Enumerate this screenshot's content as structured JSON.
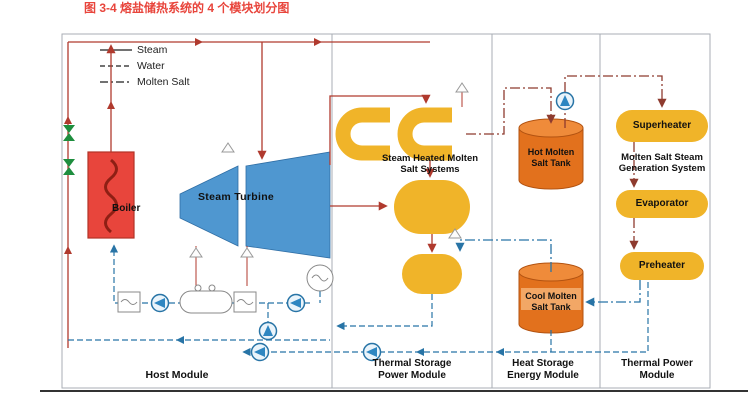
{
  "caption": "图 3-4 熔盐储热系统的 4 个模块划分图",
  "legend": {
    "steam": "Steam",
    "water": "Water",
    "molten_salt": "Molten Salt"
  },
  "labels": {
    "boiler": "Boiler",
    "steam_turbine": "Steam Turbine",
    "shms1": "Steam Heated Molten",
    "shms2": "Salt Systems",
    "hot_tank1": "Hot Molten",
    "hot_tank2": "Salt Tank",
    "cool_tank1": "Cool Molten",
    "cool_tank2": "Salt Tank",
    "superheater": "Superheater",
    "msgs1": "Molten Salt Steam",
    "msgs2": "Generation System",
    "evaporator": "Evaporator",
    "preheater": "Preheater"
  },
  "modules": {
    "host": "Host  Module",
    "tsp1": "Thermal Storage",
    "tsp2": "Power Module",
    "hse1": "Heat Storage",
    "hse2": "Energy Module",
    "tp1": "Thermal Power",
    "tp2": "Module"
  },
  "colors": {
    "steam_line": "#b03a2e",
    "water_line": "#2874a6",
    "molten_salt_hot": "#8e3b2f",
    "molten_salt_cold": "#2874a6",
    "boiler_fill": "#e8453c",
    "turbine_fill": "#4f97d0",
    "exchanger_yellow": "#f0b429",
    "tank_orange": "#e2711d",
    "valve_green": "#1e8e3e",
    "caption_red": "#e8453c"
  }
}
